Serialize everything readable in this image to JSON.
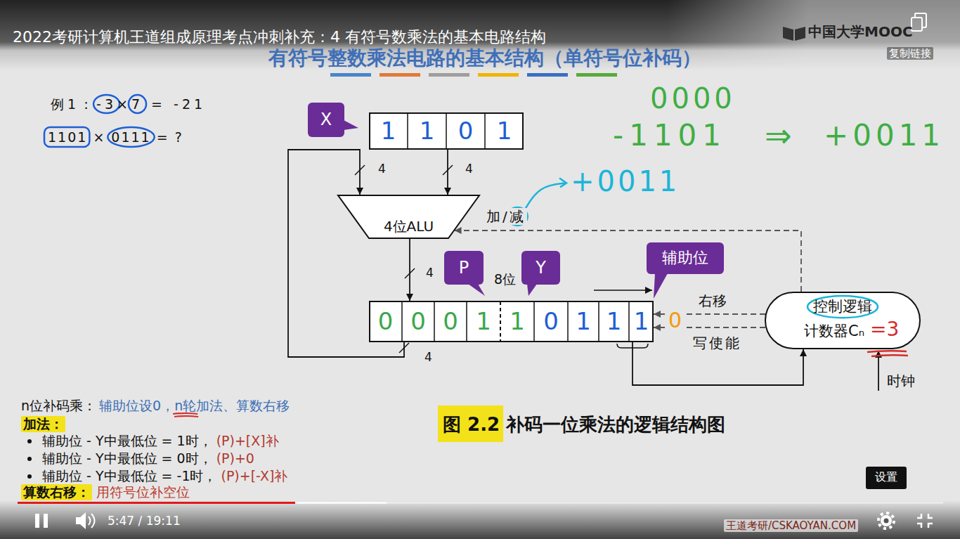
{
  "diagram": {
    "title": "有符号整数乘法电路的基本结构（单符号位补码）",
    "caption": "图 2.2 补码一位乘法的逻辑结构图",
    "nodes": [
      {
        "text": [
          "X"
        ]
      },
      {
        "text": [
          "1",
          "1",
          "0",
          "1"
        ]
      },
      {
        "text": [
          "4位ALU"
        ]
      },
      {
        "text": [
          "P"
        ]
      },
      {
        "text": [
          "Y"
        ]
      },
      {
        "text": [
          "辅助位"
        ]
      },
      {
        "text": [
          "0",
          "0",
          "0",
          "1",
          "1",
          "0",
          "1",
          "1",
          "1"
        ]
      },
      {
        "text": [
          "控制逻辑",
          "计数器Cₙ"
        ]
      }
    ],
    "edges": [
      {
        "from": 6,
        "to": 2,
        "arrow": "to",
        "label": "4"
      },
      {
        "from": 1,
        "to": 2,
        "arrow": "to",
        "label": "4"
      },
      {
        "from": 2,
        "to": 6,
        "arrow": "to",
        "label": "4"
      },
      {
        "from": 6,
        "to": 7,
        "arrow": "to"
      },
      {
        "from": 7,
        "to": 6,
        "arrow": "to",
        "label": "右移"
      },
      {
        "from": 7,
        "to": 6,
        "arrow": "to",
        "label": "写使能"
      },
      {
        "from": 7,
        "to": 2,
        "arrow": "to",
        "label": "加/减"
      }
    ],
    "labels": [
      "2022考研计算机王道组成原理考点冲刺补充：4 有符号数乘法的基本电路结构",
      "中国大学MOOC",
      "复制链接",
      "例1：-3×7 = -21",
      "1101 × 0111 = ?",
      "0000",
      "-1101",
      "⇒",
      "+0011",
      "+0011",
      "8位",
      "0",
      "4",
      "=3",
      "时钟",
      "n位补码乘：",
      "辅助位设0，n轮加法、算数右移",
      "加法：",
      "辅助位 - Y中最低位 = 1时，",
      "(P)+[X]补",
      "辅助位 - Y中最低位 = 0时，",
      "(P)+0",
      "辅助位 - Y中最低位 = -1时，",
      "(P)+[-X]补",
      "算数右移：",
      "用符号位补空位",
      "设置",
      "5:47 / 19:11",
      "王道考研/CSKAOYAN.COM"
    ]
  }
}
